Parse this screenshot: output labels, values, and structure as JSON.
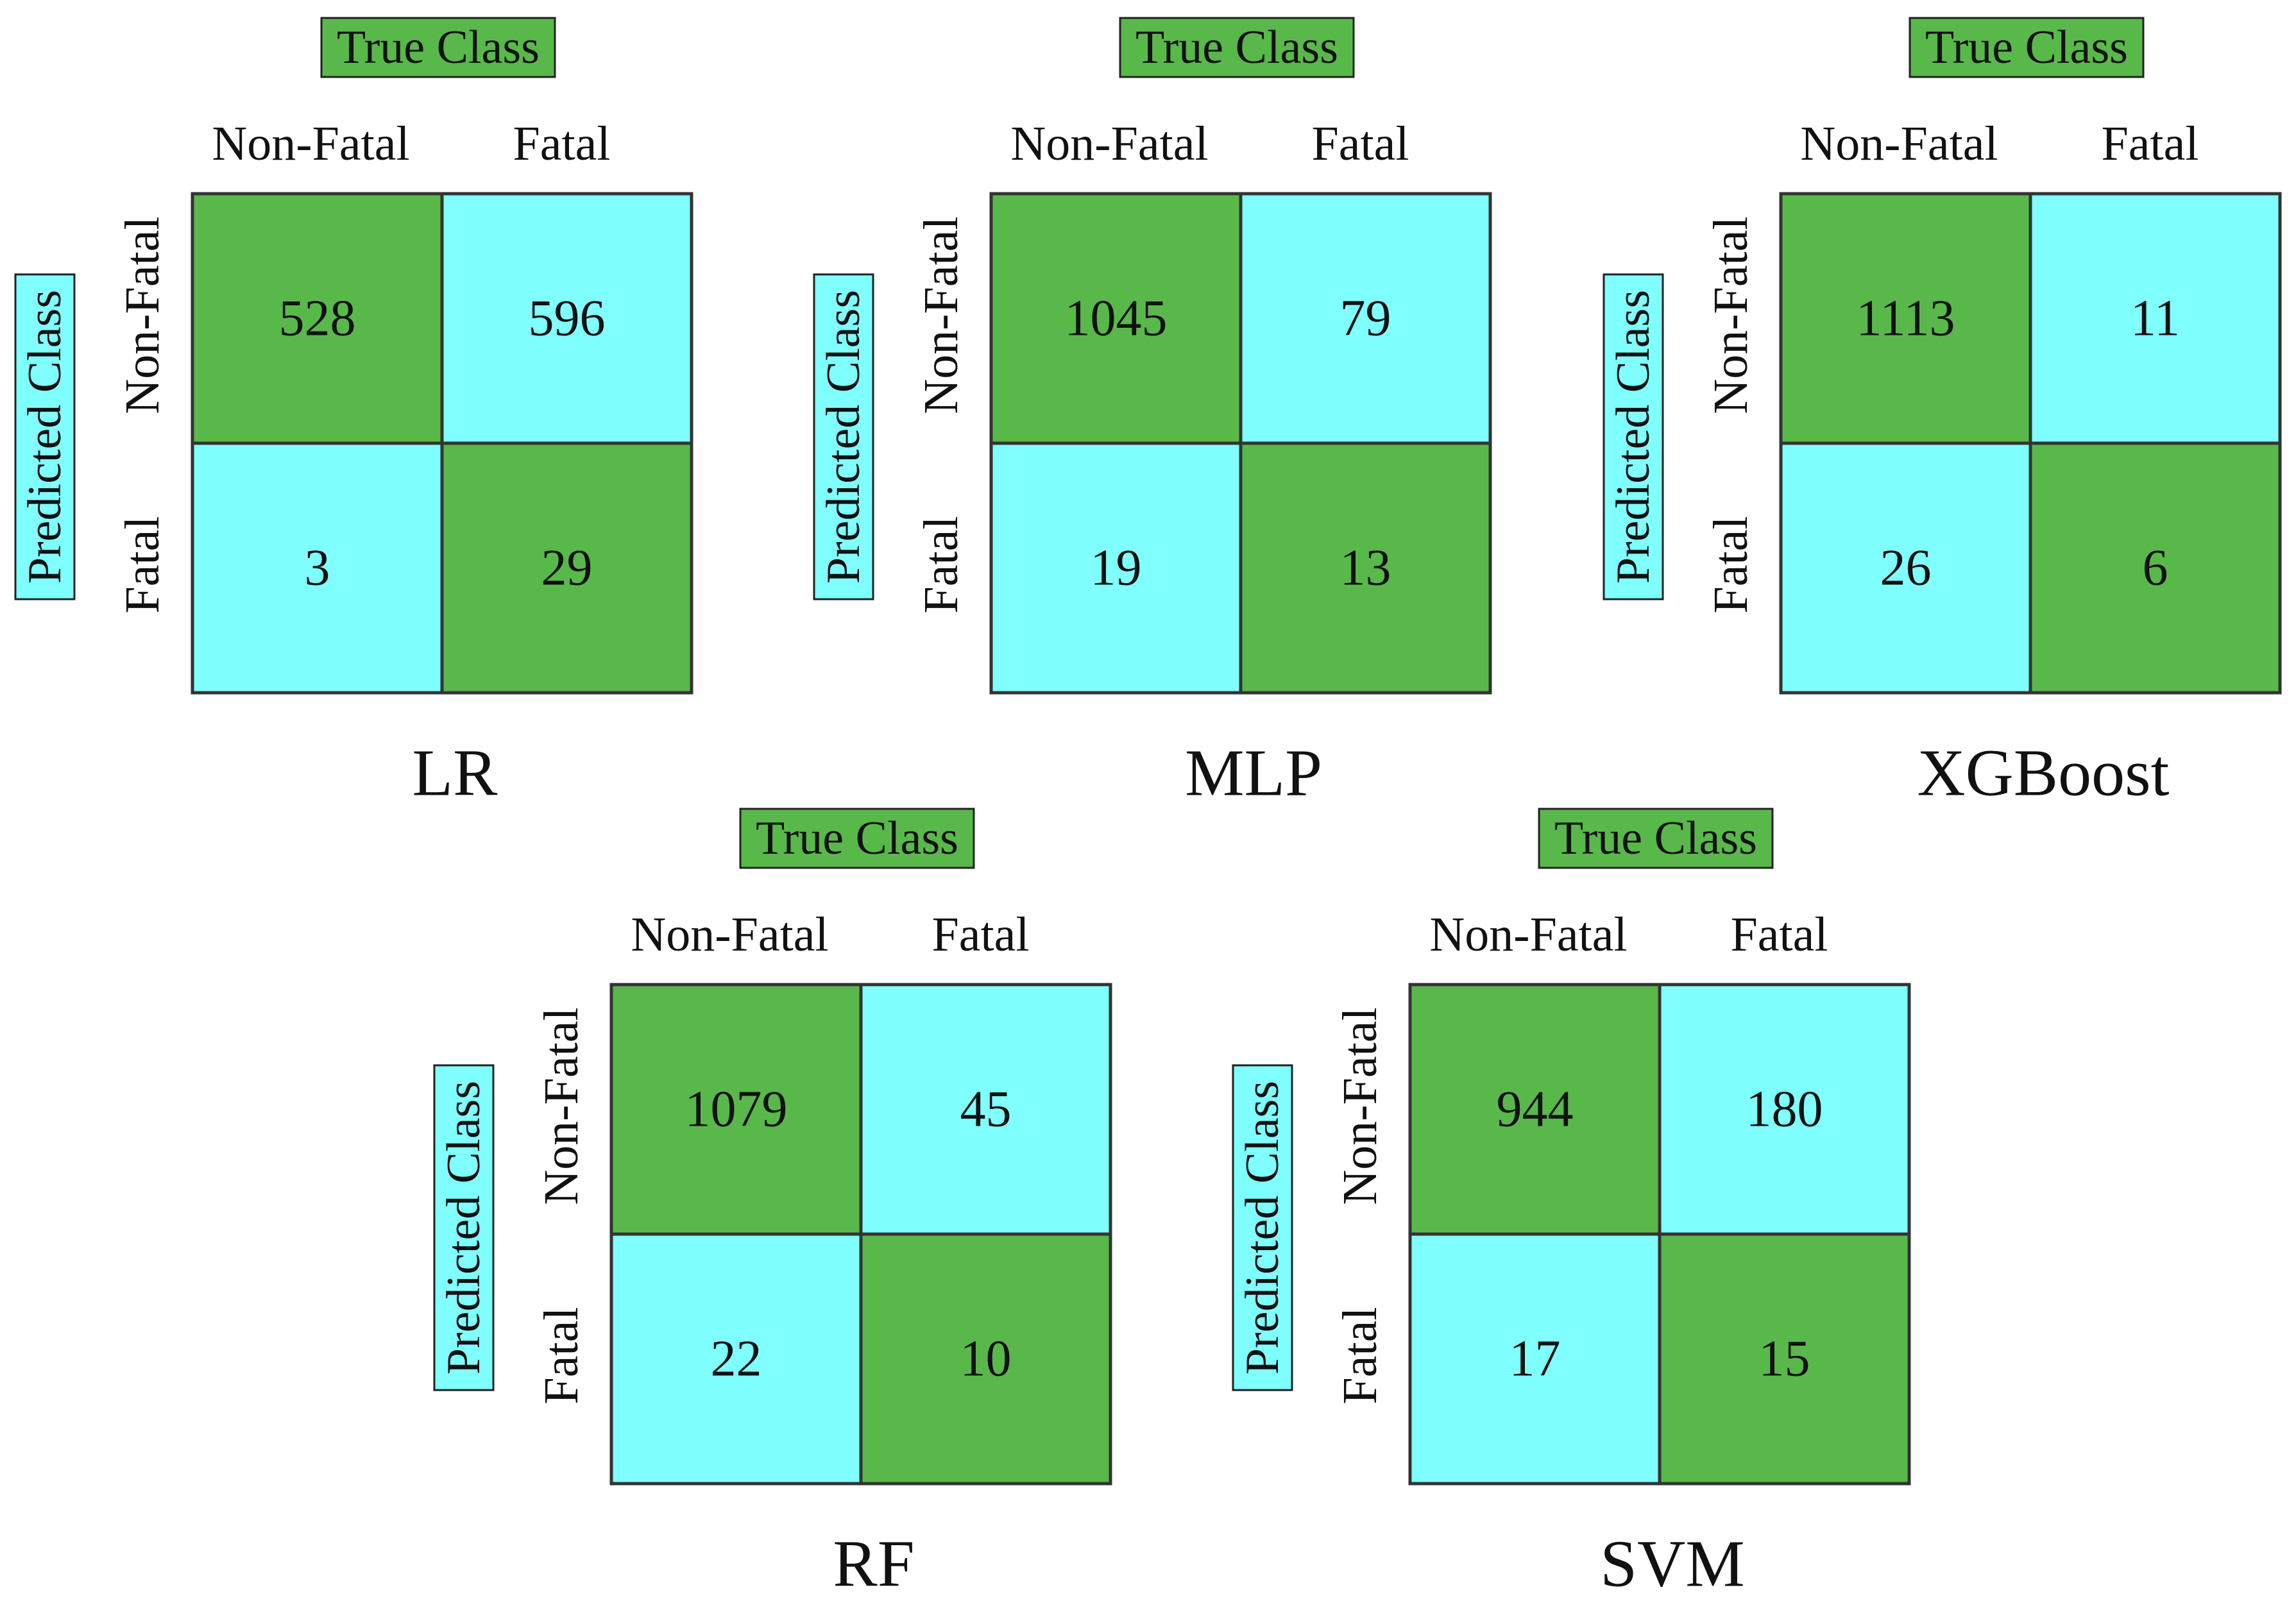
{
  "figure": {
    "true_class_label": "True Class",
    "predicted_class_label": "Predicted Class",
    "class_labels": [
      "Non-Fatal",
      "Fatal"
    ],
    "colors": {
      "correct": "#59b84a",
      "incorrect": "#80ffff",
      "label_box_green": "#59b84a",
      "label_box_cyan": "#80ffff",
      "border": "#333333"
    }
  },
  "chart_data": [
    {
      "type": "heatmap",
      "title": "LR",
      "xlabel": "True Class",
      "ylabel": "Predicted Class",
      "x_categories": [
        "Non-Fatal",
        "Fatal"
      ],
      "y_categories": [
        "Non-Fatal",
        "Fatal"
      ],
      "values": [
        [
          528,
          596
        ],
        [
          3,
          29
        ]
      ]
    },
    {
      "type": "heatmap",
      "title": "MLP",
      "xlabel": "True Class",
      "ylabel": "Predicted Class",
      "x_categories": [
        "Non-Fatal",
        "Fatal"
      ],
      "y_categories": [
        "Non-Fatal",
        "Fatal"
      ],
      "values": [
        [
          1045,
          79
        ],
        [
          19,
          13
        ]
      ]
    },
    {
      "type": "heatmap",
      "title": "XGBoost",
      "xlabel": "True Class",
      "ylabel": "Predicted Class",
      "x_categories": [
        "Non-Fatal",
        "Fatal"
      ],
      "y_categories": [
        "Non-Fatal",
        "Fatal"
      ],
      "values": [
        [
          1113,
          11
        ],
        [
          26,
          6
        ]
      ]
    },
    {
      "type": "heatmap",
      "title": "RF",
      "xlabel": "True Class",
      "ylabel": "Predicted Class",
      "x_categories": [
        "Non-Fatal",
        "Fatal"
      ],
      "y_categories": [
        "Non-Fatal",
        "Fatal"
      ],
      "values": [
        [
          1079,
          45
        ],
        [
          22,
          10
        ]
      ]
    },
    {
      "type": "heatmap",
      "title": "SVM",
      "xlabel": "True Class",
      "ylabel": "Predicted Class",
      "x_categories": [
        "Non-Fatal",
        "Fatal"
      ],
      "y_categories": [
        "Non-Fatal",
        "Fatal"
      ],
      "values": [
        [
          944,
          180
        ],
        [
          17,
          15
        ]
      ]
    }
  ]
}
